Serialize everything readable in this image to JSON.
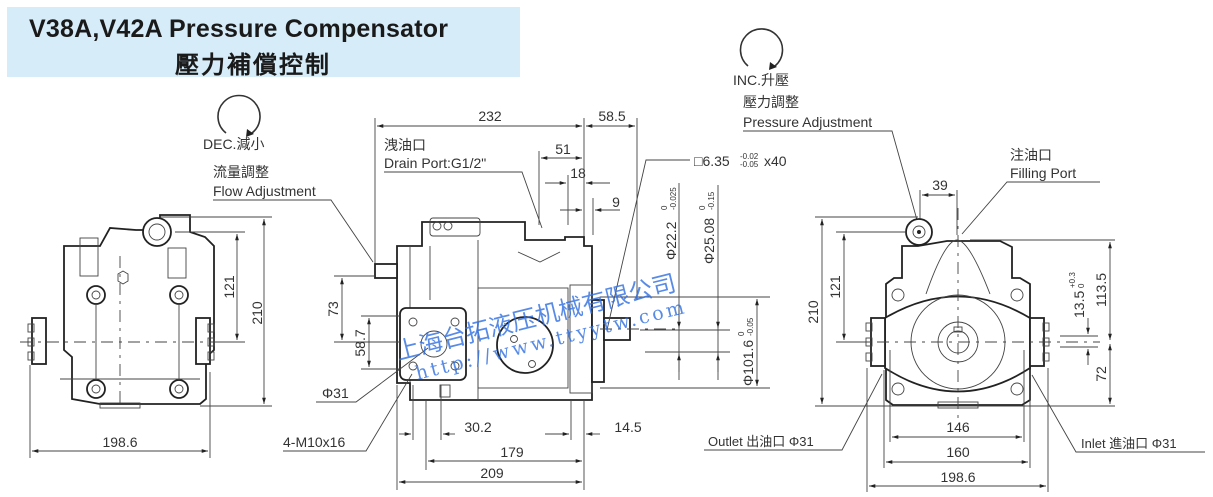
{
  "title": {
    "english": "V38A,V42A Pressure Compensator",
    "chinese": "壓力補償控制"
  },
  "left_view": {
    "rotation": {
      "label": "DEC.減小",
      "icon": "rotation-arrow-icon"
    },
    "callout_cn": "流量調整",
    "callout_en": "Flow Adjustment",
    "dims": {
      "height_total": "210",
      "height_center": "121",
      "width": "198.6"
    }
  },
  "side_view": {
    "drain_port_cn": "洩油口",
    "drain_port_en": "Drain Port:G1/2\"",
    "key": {
      "size": "□6.35",
      "tol_upper": "-0.02",
      "tol_lower": "-0.05",
      "length": "x40"
    },
    "shaft_dia_1": {
      "value": "Φ22.2",
      "tol_upper": "0",
      "tol_lower": "-0.025"
    },
    "shaft_dia_2": {
      "value": "Φ25.08",
      "tol_upper": "0",
      "tol_lower": "-0.15"
    },
    "pilot_dia": {
      "value": "Φ101.6",
      "tol_upper": "0",
      "tol_lower": "-0.05"
    },
    "port_dia": "Φ31",
    "port_bolts": "4-M10x16",
    "dims": {
      "overall": "232",
      "shaft": "58.5",
      "d51": "51",
      "d18": "18",
      "d9": "9",
      "d73": "73",
      "d58_7": "58.7",
      "d30_2": "30.2",
      "d14_5": "14.5",
      "d179": "179",
      "d209": "209"
    }
  },
  "right_view": {
    "rotation": {
      "label": "INC.升壓",
      "icon": "rotation-arrow-icon"
    },
    "pressure_cn": "壓力調整",
    "pressure_en": "Pressure Adjustment",
    "filling_cn": "注油口",
    "filling_en": "Filling Port",
    "outlet": "Outlet 出油口 Φ31",
    "inlet": "Inlet 進油口 Φ31",
    "key_height": {
      "value": "13.5",
      "tol_upper": "+0.3",
      "tol_lower": "0"
    },
    "dims": {
      "d39": "39",
      "height_total": "210",
      "height_center": "121",
      "d113_5": "113.5",
      "d72": "72",
      "d146": "146",
      "d160": "160",
      "d198_6": "198.6"
    }
  },
  "watermark": {
    "company": "上海台拓液压机械有限公司",
    "url": "http://www.ttyytw.com"
  }
}
